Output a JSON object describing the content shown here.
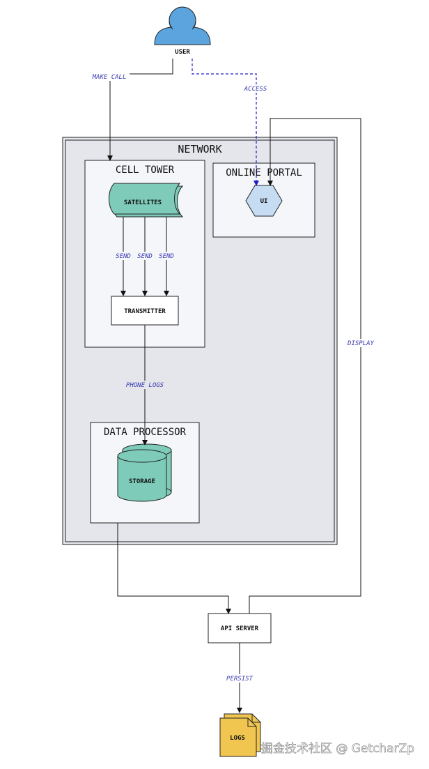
{
  "network": {
    "title": "NETWORK"
  },
  "cell_tower": {
    "title": "CELL TOWER",
    "satellites": "SATELLITES",
    "transmitter": "TRANSMITTER",
    "send_labels": [
      "SEND",
      "SEND",
      "SEND"
    ]
  },
  "online_portal": {
    "title": "ONLINE PORTAL",
    "ui": "UI"
  },
  "data_processor": {
    "title": "DATA PROCESSOR",
    "storage": "STORAGE"
  },
  "user": {
    "label": "USER"
  },
  "api_server": {
    "label": "API SERVER"
  },
  "logs": {
    "label": "LOGS"
  },
  "edges": {
    "make_call": "MAKE CALL",
    "access": "ACCESS",
    "display": "DISPLAY",
    "phone_logs": "PHONE LOGS",
    "persist": "PERSIST"
  },
  "watermark": "掘金技术社区 @ GetcharZp",
  "colors": {
    "user_fill": "#5ba4dd",
    "teal_fill": "#7ecbb9",
    "ui_fill": "#c6dcf2",
    "logs_fill": "#f0c550",
    "network_fill": "#e4e6ec",
    "inner_box_fill": "#f4f6fa",
    "edge_label": "#3a3ab0",
    "access_line": "#1e1ec8"
  }
}
